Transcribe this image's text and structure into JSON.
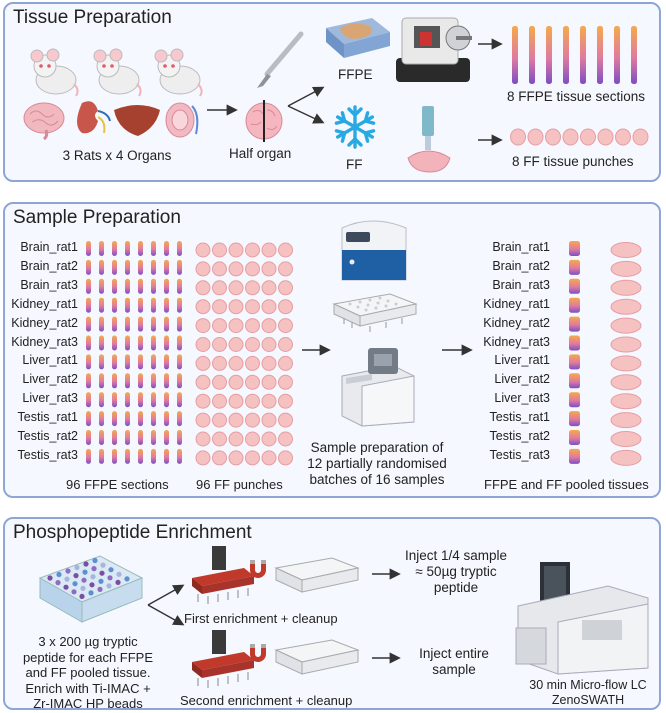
{
  "tissue_preparation": {
    "title": "Tissue Preparation",
    "rats_organs_label": "3 Rats x 4 Organs",
    "half_organ_label": "Half organ",
    "ffpe_label": "FFPE",
    "ff_label": "FF",
    "ffpe_sections_label": "8 FFPE tissue sections",
    "ff_punches_label": "8 FF tissue punches"
  },
  "sample_preparation": {
    "title": "Sample Preparation",
    "samples": [
      "Brain_rat1",
      "Brain_rat2",
      "Brain_rat3",
      "Kidney_rat1",
      "Kidney_rat2",
      "Kidney_rat3",
      "Liver_rat1",
      "Liver_rat2",
      "Liver_rat3",
      "Testis_rat1",
      "Testis_rat2",
      "Testis_rat3"
    ],
    "ffpe_sections_label": "96 FFPE sections",
    "ff_punches_label": "96 FF punches",
    "batches_line1": "Sample preparation of",
    "batches_line2": "12 partially randomised",
    "batches_line3": "batches of 16 samples",
    "pooled_label": "FFPE and FF pooled tissues"
  },
  "phospho_enrichment": {
    "title": "Phosphopeptide Enrichment",
    "input_line1": "3 x 200 µg tryptic",
    "input_line2": "peptide for each FFPE",
    "input_line3": "and FF pooled tissue.",
    "input_line4": "Enrich with Ti-IMAC +",
    "input_line5": "Zr-IMAC HP beads",
    "first_enrichment": "First enrichment + cleanup",
    "second_enrichment": "Second enrichment + cleanup",
    "inject1_line1": "Inject 1/4 sample",
    "inject1_line2": "≈ 50µg tryptic",
    "inject1_line3": "peptide",
    "inject2_line1": "Inject entire",
    "inject2_line2": "sample",
    "lc_line1": "30 min Micro-flow LC",
    "lc_line2": "ZenoSWATH"
  },
  "colors": {
    "panel_border": "#8ea6d6",
    "panel_fill": "#f5f8fe",
    "section_gradient_start": "#f4a34b",
    "section_gradient_end": "#7a4fc2",
    "punch_fill": "#f6c1c1",
    "snowflake": "#29a9e1",
    "arrow": "#333333"
  },
  "icons": [
    "rat-icon",
    "brain-icon",
    "kidney-icon",
    "liver-icon",
    "testis-icon",
    "scalpel-icon",
    "half-organ-icon",
    "ffpe-block-icon",
    "microtome-icon",
    "snowflake-icon",
    "biopsy-punch-icon",
    "tissue-section-icon",
    "tissue-punch-icon",
    "sample-prep-instrument-icon",
    "96-well-plate-icon",
    "plate-sealer-icon",
    "bead-plate-icon",
    "magnet-icon",
    "mass-spectrometer-icon"
  ]
}
